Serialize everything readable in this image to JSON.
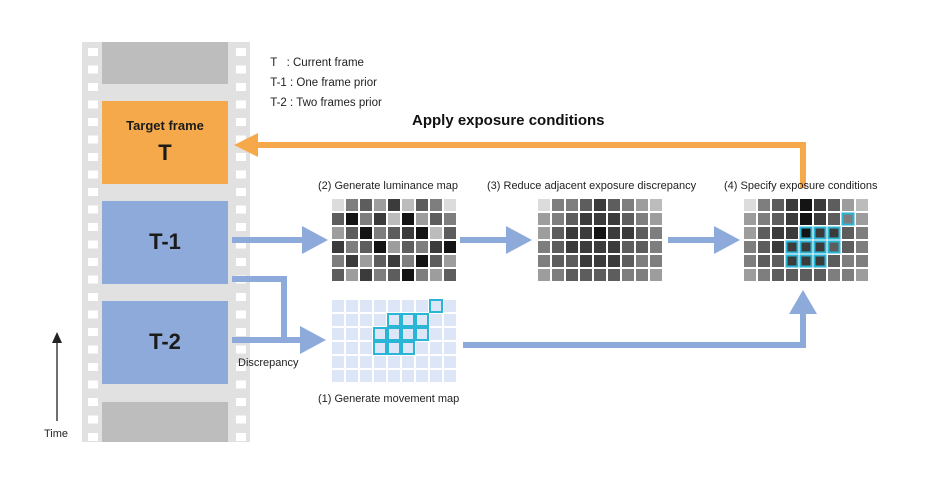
{
  "legend": [
    {
      "key": "T",
      "sep": "   : ",
      "desc": "Current frame"
    },
    {
      "key": "T-1",
      "sep": " : ",
      "desc": "One frame prior"
    },
    {
      "key": "T-2",
      "sep": " : ",
      "desc": "Two frames prior"
    }
  ],
  "frames": {
    "target_title": "Target frame",
    "target_letter": "T",
    "t1": "T-1",
    "t2": "T-2"
  },
  "apply_label": "Apply exposure conditions",
  "steps": {
    "luminance": "(2) Generate luminance map",
    "reduce": "(3) Reduce adjacent exposure discrepancy",
    "specify": "(4) Specify exposure conditions",
    "movement": "(1) Generate movement map"
  },
  "discrepancy_label": "Discrepancy",
  "time_label": "Time",
  "colors": {
    "film": "#e1e1e1",
    "film_hole": "#ffffff",
    "film_gray_frame": "#bdbdbd",
    "target_frame": "#f5a94a",
    "past_frame": "#8eaadb",
    "orange_arrow": "#f5a94a",
    "blue_arrow": "#8eaadb",
    "highlight": "#29b6d6",
    "movement_cell": "#dde6f6"
  },
  "grids": {
    "luminance": [
      [
        6,
        3,
        2,
        4,
        1,
        5,
        2,
        3,
        6
      ],
      [
        2,
        0,
        3,
        1,
        5,
        0,
        4,
        2,
        3
      ],
      [
        4,
        2,
        0,
        3,
        2,
        1,
        0,
        5,
        2
      ],
      [
        1,
        3,
        2,
        0,
        4,
        2,
        3,
        1,
        0
      ],
      [
        3,
        1,
        4,
        2,
        1,
        3,
        0,
        2,
        4
      ],
      [
        2,
        4,
        1,
        3,
        2,
        0,
        3,
        4,
        2
      ]
    ],
    "reduced": [
      [
        6,
        3,
        3,
        2,
        1,
        2,
        3,
        4,
        5
      ],
      [
        4,
        3,
        2,
        1,
        1,
        1,
        2,
        3,
        4
      ],
      [
        4,
        2,
        1,
        1,
        0,
        1,
        1,
        2,
        3
      ],
      [
        3,
        2,
        1,
        1,
        1,
        1,
        2,
        2,
        3
      ],
      [
        3,
        2,
        2,
        1,
        1,
        1,
        2,
        3,
        3
      ],
      [
        4,
        3,
        2,
        2,
        2,
        2,
        3,
        3,
        4
      ]
    ],
    "specify": [
      [
        6,
        3,
        2,
        1,
        0,
        1,
        2,
        4,
        5
      ],
      [
        4,
        3,
        2,
        1,
        0,
        1,
        2,
        3,
        4
      ],
      [
        4,
        2,
        1,
        1,
        0,
        1,
        1,
        2,
        3
      ],
      [
        3,
        2,
        1,
        1,
        1,
        1,
        2,
        2,
        3
      ],
      [
        3,
        2,
        2,
        1,
        1,
        1,
        2,
        3,
        3
      ],
      [
        4,
        3,
        2,
        2,
        2,
        2,
        3,
        3,
        4
      ]
    ],
    "movement_highlight": [
      [
        1,
        4
      ],
      [
        1,
        5
      ],
      [
        1,
        6
      ],
      [
        2,
        3
      ],
      [
        2,
        4
      ],
      [
        2,
        5
      ],
      [
        2,
        6
      ],
      [
        3,
        3
      ],
      [
        3,
        4
      ],
      [
        3,
        5
      ],
      [
        0,
        7
      ]
    ],
    "specify_highlight": [
      [
        1,
        7
      ],
      [
        2,
        4
      ],
      [
        2,
        5
      ],
      [
        2,
        6
      ],
      [
        3,
        3
      ],
      [
        3,
        4
      ],
      [
        3,
        5
      ],
      [
        3,
        6
      ],
      [
        4,
        3
      ],
      [
        4,
        4
      ],
      [
        4,
        5
      ]
    ]
  }
}
